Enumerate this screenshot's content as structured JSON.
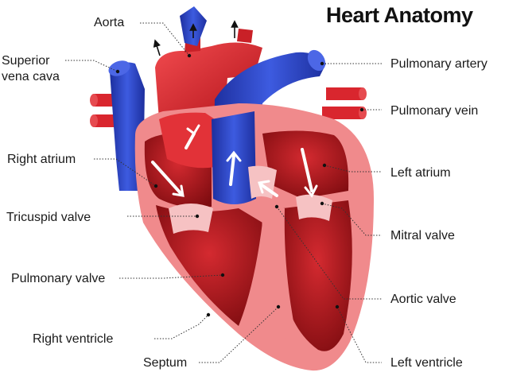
{
  "title": "Heart Anatomy",
  "labels": {
    "aorta": "Aorta",
    "superior_vena_cava_line1": "Superior",
    "superior_vena_cava_line2": "vena cava",
    "right_atrium": "Right atrium",
    "tricuspid_valve": "Tricuspid valve",
    "pulmonary_valve": "Pulmonary valve",
    "right_ventricle": "Right ventricle",
    "septum": "Septum",
    "pulmonary_artery": "Pulmonary artery",
    "pulmonary_vein": "Pulmonary vein",
    "left_atrium": "Left atrium",
    "mitral_valve": "Mitral valve",
    "aortic_valve": "Aortic valve",
    "left_ventricle": "Left ventricle"
  },
  "colors": {
    "oxygenated_red": "#d9262e",
    "deoxygenated_blue": "#2f49c9",
    "muscle_wall": "#f08a8c",
    "chamber_dark": "#8f0f14"
  }
}
